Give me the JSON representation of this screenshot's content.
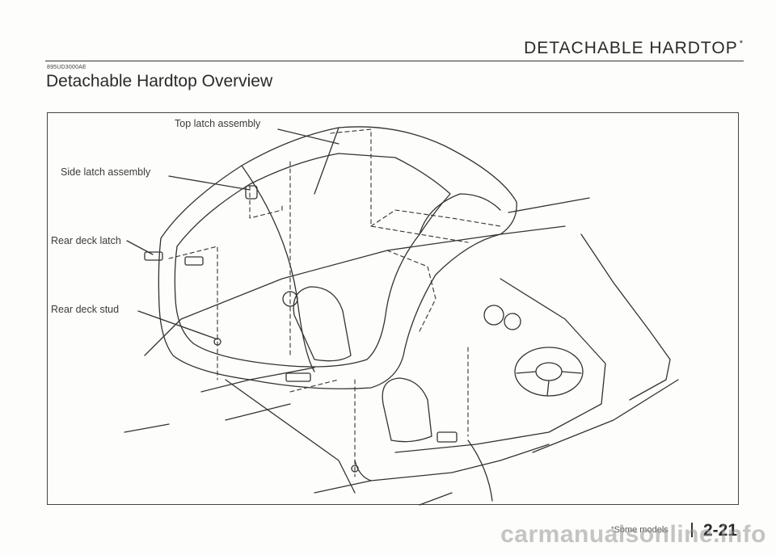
{
  "header": {
    "section_title": "DETACHABLE HARDTOP",
    "section_marker": "*"
  },
  "doc_code": "895UD3000AE",
  "page_title": "Detachable Hardtop Overview",
  "figure": {
    "callouts": {
      "top_latch": "Top latch assembly",
      "side_latch": "Side latch assembly",
      "rear_deck_latch": "Rear deck latch",
      "rear_deck_stud": "Rear deck stud"
    }
  },
  "footer": {
    "footnote_marker": "*",
    "footnote_text": "Some models",
    "page_number": "2-21"
  },
  "watermark": "carmanualsonline.info"
}
